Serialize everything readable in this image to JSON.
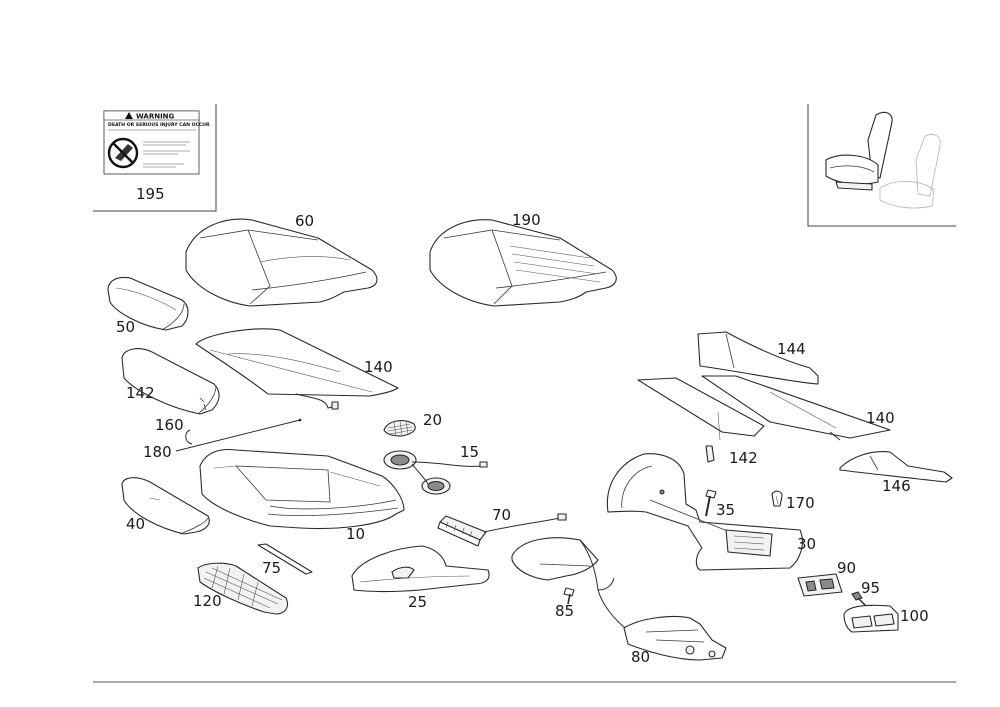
{
  "warning_label": {
    "title": "WARNING",
    "subtitle": "DEATH OR SERIOUS INJURY CAN OCCUR"
  },
  "callouts": [
    {
      "id": "195",
      "text": "195"
    },
    {
      "id": "60",
      "text": "60"
    },
    {
      "id": "190",
      "text": "190"
    },
    {
      "id": "50",
      "text": "50"
    },
    {
      "id": "142a",
      "text": "142"
    },
    {
      "id": "140a",
      "text": "140"
    },
    {
      "id": "160",
      "text": "160"
    },
    {
      "id": "180",
      "text": "180"
    },
    {
      "id": "20",
      "text": "20"
    },
    {
      "id": "15",
      "text": "15"
    },
    {
      "id": "40",
      "text": "40"
    },
    {
      "id": "10",
      "text": "10"
    },
    {
      "id": "70",
      "text": "70"
    },
    {
      "id": "75",
      "text": "75"
    },
    {
      "id": "120",
      "text": "120"
    },
    {
      "id": "25",
      "text": "25"
    },
    {
      "id": "85",
      "text": "85"
    },
    {
      "id": "80",
      "text": "80"
    },
    {
      "id": "144",
      "text": "144"
    },
    {
      "id": "140b",
      "text": "140"
    },
    {
      "id": "142b",
      "text": "142"
    },
    {
      "id": "146",
      "text": "146"
    },
    {
      "id": "35",
      "text": "35"
    },
    {
      "id": "170",
      "text": "170"
    },
    {
      "id": "30",
      "text": "30"
    },
    {
      "id": "90",
      "text": "90"
    },
    {
      "id": "95",
      "text": "95"
    },
    {
      "id": "100",
      "text": "100"
    }
  ]
}
